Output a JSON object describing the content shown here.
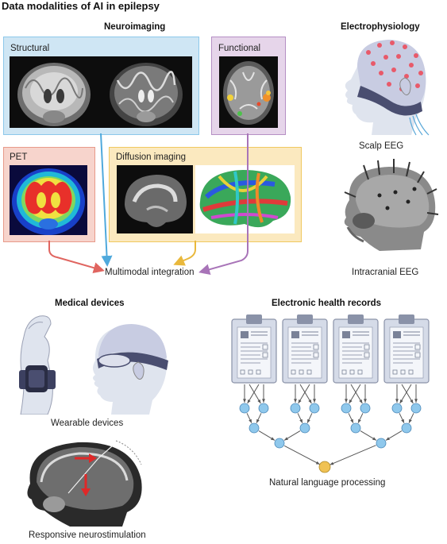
{
  "title": "Data modalities of AI in epilepsy",
  "sections": {
    "neuroimaging": "Neuroimaging",
    "electrophysiology": "Electrophysiology",
    "medical_devices": "Medical devices",
    "ehr": "Electronic health records"
  },
  "panels": {
    "structural": "Structural",
    "functional": "Functional",
    "pet": "PET",
    "diffusion": "Diffusion imaging"
  },
  "labels": {
    "multimodal": "Multimodal integration",
    "scalp_eeg": "Scalp EEG",
    "intracranial_eeg": "Intracranial EEG",
    "wearable": "Wearable devices",
    "rns": "Responsive neurostimulation",
    "nlp": "Natural language processing"
  },
  "colors": {
    "structural_bg": "#cfe6f4",
    "structural_edge": "#8cc8ea",
    "functional_bg": "#e6d5ea",
    "functional_edge": "#b58fc4",
    "pet_bg": "#f7d4cc",
    "pet_edge": "#e89a8a",
    "diffusion_bg": "#fbe9bf",
    "diffusion_edge": "#f0c860",
    "arrow_blue": "#4fa9dc",
    "arrow_purple": "#a874b8",
    "arrow_red": "#e06560",
    "arrow_yellow": "#e9b83c",
    "node_blue": "#8fc8ec",
    "node_yellow": "#f0c254"
  }
}
